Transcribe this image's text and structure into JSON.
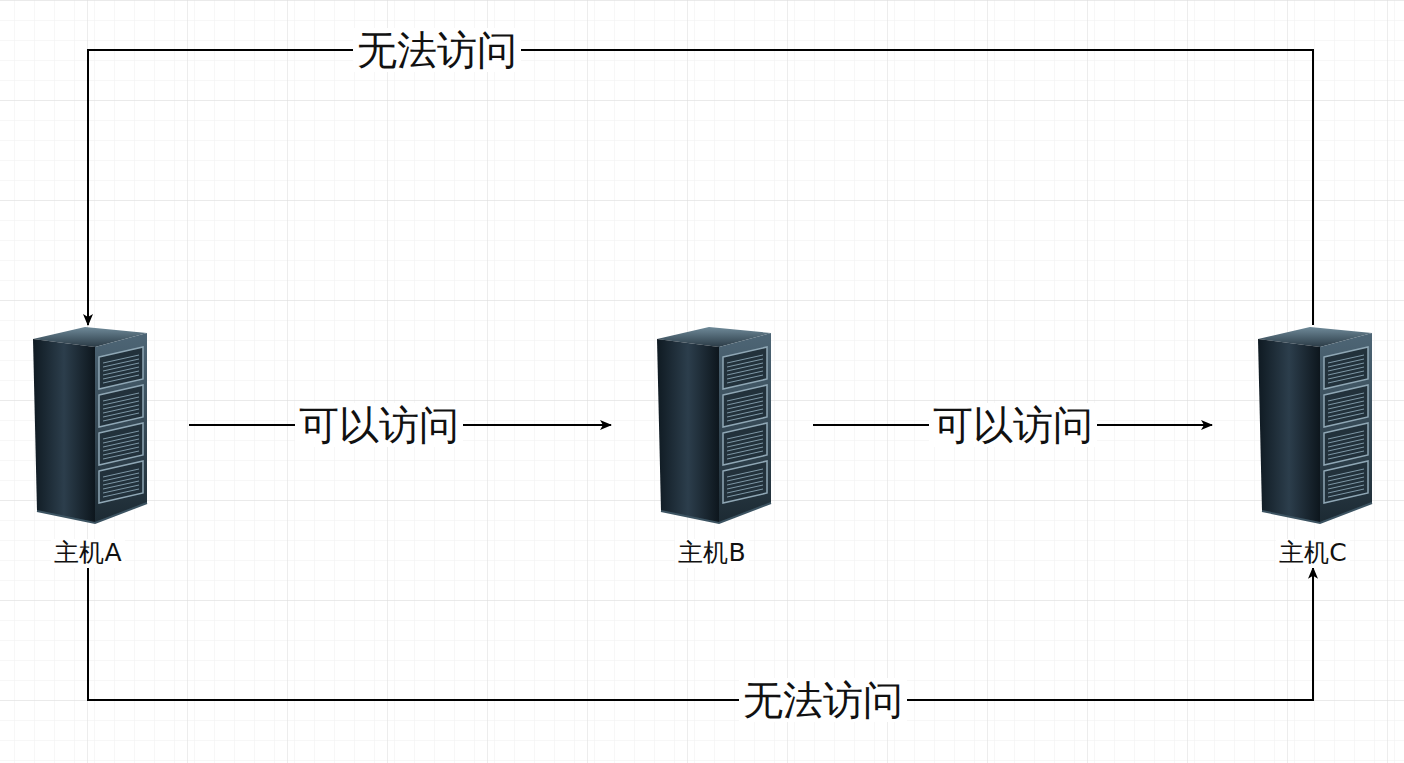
{
  "diagram": {
    "nodes": [
      {
        "text": [
          "主机A"
        ]
      },
      {
        "text": [
          "主机B"
        ]
      },
      {
        "text": [
          "主机C"
        ]
      }
    ],
    "edges": [
      {
        "from": 0,
        "to": 1,
        "label": "可以访问",
        "arrow": "to"
      },
      {
        "from": 1,
        "to": 2,
        "label": "可以访问",
        "arrow": "to"
      },
      {
        "from": 2,
        "to": 0,
        "label": "无法访问",
        "arrow": "to"
      },
      {
        "from": 0,
        "to": 2,
        "label": "无法访问",
        "arrow": "to"
      }
    ]
  }
}
